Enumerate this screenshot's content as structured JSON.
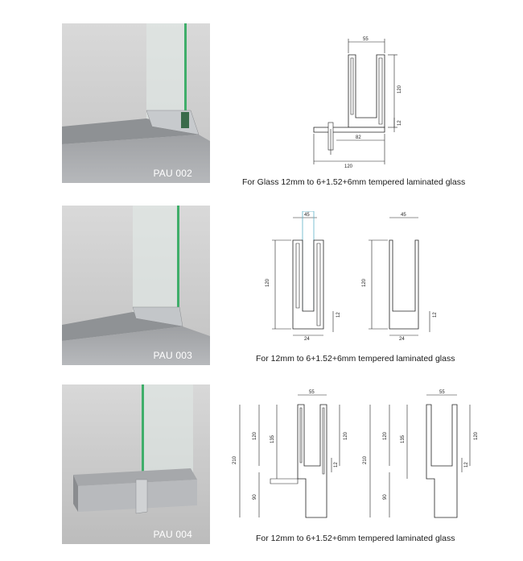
{
  "products": [
    {
      "code": "PAU 002",
      "caption": "For Glass 12mm to 6+1.52+6mm tempered laminated glass",
      "dimensions": {
        "top_width": "55",
        "height": "120",
        "glass_slot": "12",
        "inner": "82",
        "base_width": "120"
      }
    },
    {
      "code": "PAU 003",
      "caption": "For 12mm to 6+1.52+6mm tempered laminated glass",
      "dimensions_a": {
        "top_width": "45",
        "height": "120",
        "bottom": "12",
        "base": "24"
      },
      "dimensions_b": {
        "top_width": "45",
        "height": "120",
        "bottom": "12",
        "base": "24"
      }
    },
    {
      "code": "PAU 004",
      "caption": "For 12mm to 6+1.52+6mm tempered laminated glass",
      "dimensions_a": {
        "top_width": "55",
        "total": "210",
        "upper": "120",
        "mid": "135",
        "right": "120",
        "slot": "12",
        "lower": "90"
      },
      "dimensions_b": {
        "top_width": "55",
        "total": "210",
        "upper": "120",
        "mid": "135",
        "right": "120",
        "slot": "12",
        "lower": "90"
      }
    }
  ],
  "colors": {
    "glass_edge": "#3fae6a",
    "photo_bg": "#c9c9c9",
    "stone": "#a9abae"
  }
}
